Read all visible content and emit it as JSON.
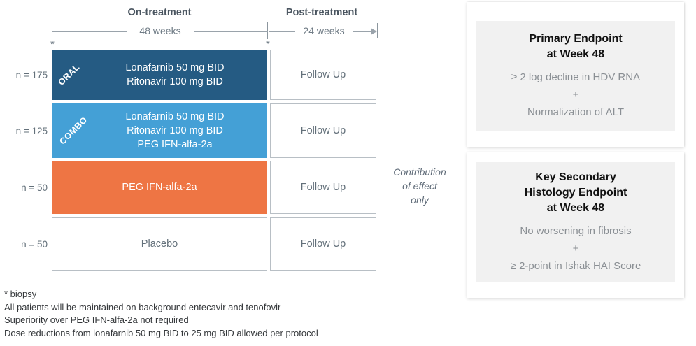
{
  "timeline": {
    "phases": [
      {
        "label": "On-treatment",
        "duration": "48 weeks"
      },
      {
        "label": "Post-treatment",
        "duration": "24 weeks"
      }
    ],
    "biopsy_marker": "*"
  },
  "arms": [
    {
      "n_label": "n = 175",
      "tag": "ORAL",
      "lines": [
        "Lonafarnib 50 mg BID",
        "Ritonavir 100 mg BID"
      ],
      "color": "#255B83",
      "followup": "Follow Up"
    },
    {
      "n_label": "n = 125",
      "tag": "COMBO",
      "lines": [
        "Lonafarnib 50 mg BID",
        "Ritonavir 100 mg BID",
        "PEG IFN-alfa-2a"
      ],
      "color": "#44A0D6",
      "followup": "Follow Up"
    },
    {
      "n_label": "n = 50",
      "tag": "",
      "lines": [
        "PEG IFN-alfa-2a"
      ],
      "color": "#EE7544",
      "followup": "Follow Up"
    },
    {
      "n_label": "n = 50",
      "tag": "",
      "lines": [
        "Placebo"
      ],
      "color": "#FFFFFF",
      "followup": "Follow Up"
    }
  ],
  "contribution_note": [
    "Contribution",
    "of effect",
    "only"
  ],
  "footnotes": [
    "* biopsy",
    "All patients will be maintained on background entecavir and tenofovir",
    "Superiority over PEG IFN-alfa-2a not required",
    "Dose reductions from lonafarnib 50 mg BID to 25 mg BID allowed per protocol"
  ],
  "endpoints": [
    {
      "title_lines": [
        "Primary Endpoint",
        "at Week 48"
      ],
      "detail_lines": [
        "≥ 2 log decline in HDV RNA",
        "+",
        "Normalization of ALT"
      ]
    },
    {
      "title_lines": [
        "Key Secondary",
        "Histology Endpoint",
        "at Week 48"
      ],
      "detail_lines": [
        "No worsening in fibrosis",
        "+",
        "≥ 2-point in Ishak HAI Score"
      ]
    }
  ]
}
